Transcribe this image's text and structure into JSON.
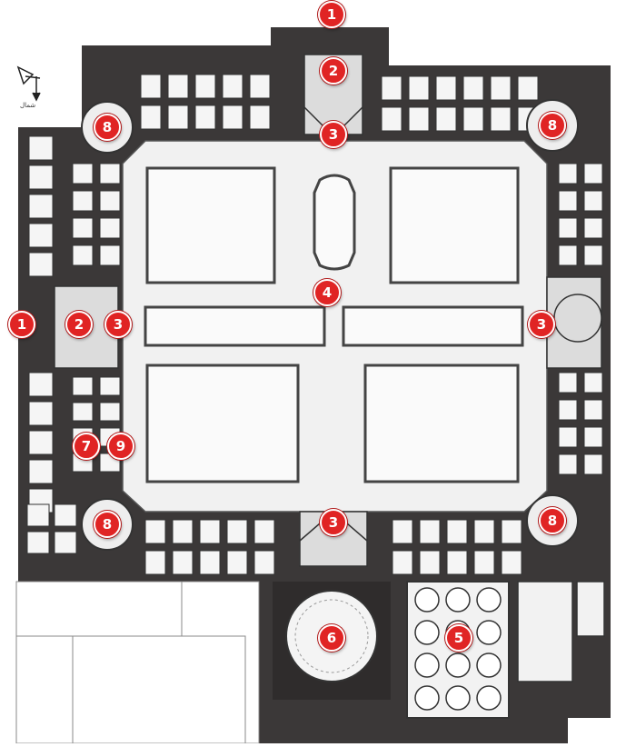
{
  "plan": {
    "colors": {
      "wall": "#3b3838",
      "background": "#ffffff",
      "courtyard": "#f1f1f1",
      "line": "#555555",
      "marker": "#e02424"
    },
    "north_arrow": {
      "icon": "north-arrow-icon",
      "label": "شمال"
    },
    "markers": [
      {
        "id": "marker-top-entrance",
        "label": "1"
      },
      {
        "id": "marker-top-vestibule",
        "label": "2"
      },
      {
        "id": "marker-top-iwan",
        "label": "3"
      },
      {
        "id": "marker-nw-corner",
        "label": "8"
      },
      {
        "id": "marker-ne-corner",
        "label": "8"
      },
      {
        "id": "marker-courtyard-center",
        "label": "4"
      },
      {
        "id": "marker-west-entrance",
        "label": "1"
      },
      {
        "id": "marker-west-vestibule",
        "label": "2"
      },
      {
        "id": "marker-west-iwan",
        "label": "3"
      },
      {
        "id": "marker-east-iwan",
        "label": "3"
      },
      {
        "id": "marker-west-room-7",
        "label": "7"
      },
      {
        "id": "marker-west-room-9",
        "label": "9"
      },
      {
        "id": "marker-sw-corner",
        "label": "8"
      },
      {
        "id": "marker-south-iwan",
        "label": "3"
      },
      {
        "id": "marker-se-corner",
        "label": "8"
      },
      {
        "id": "marker-dome-chamber",
        "label": "6"
      },
      {
        "id": "marker-hypostyle-hall",
        "label": "5"
      }
    ]
  }
}
